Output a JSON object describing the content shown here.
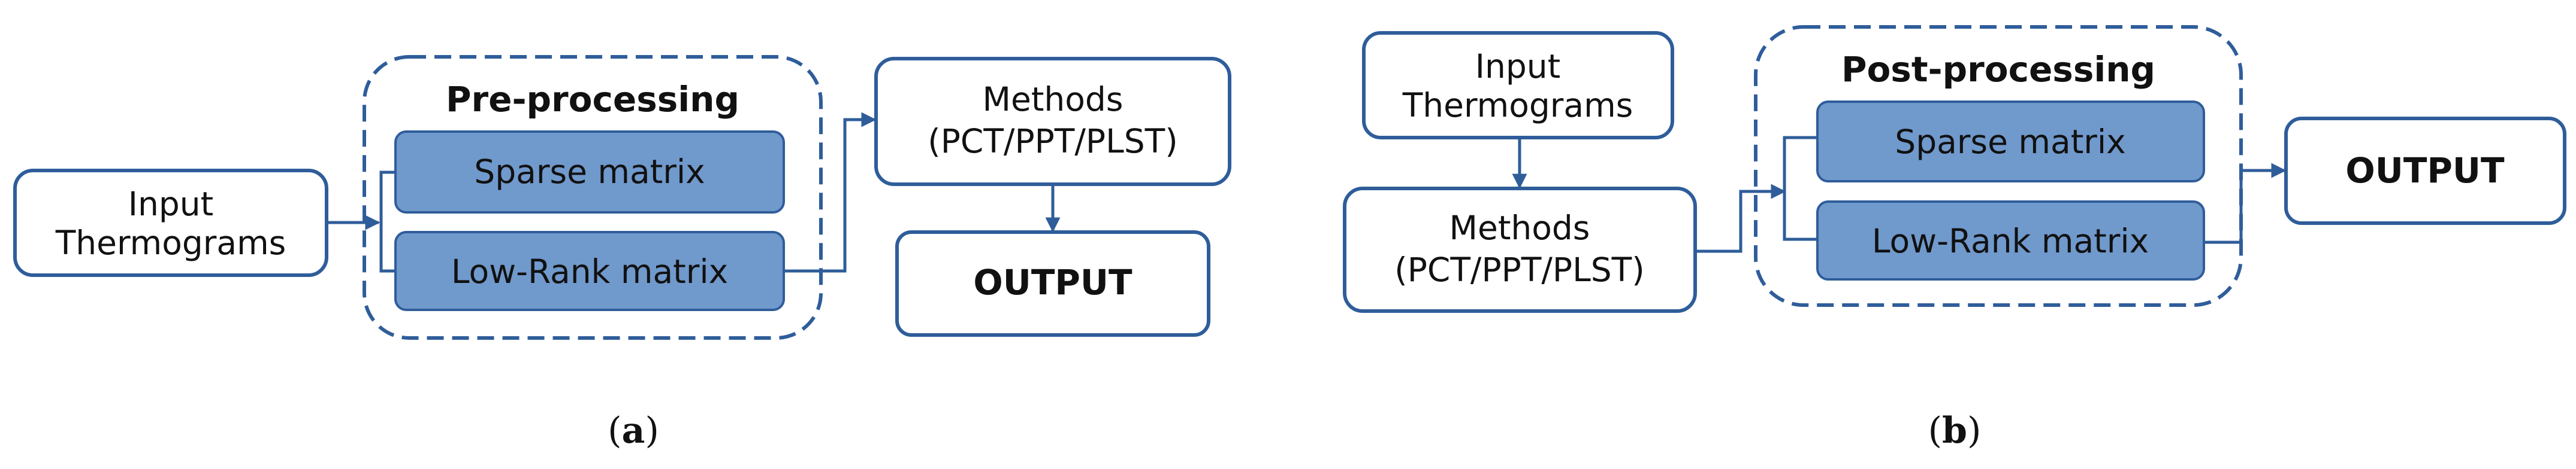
{
  "panel_a": {
    "input_line1": "Input",
    "input_line2": "Thermograms",
    "group_title": "Pre-processing",
    "sparse": "Sparse matrix",
    "lowrank": "Low-Rank matrix",
    "methods_line1": "Methods",
    "methods_line2": "(PCT/PPT/PLST)",
    "output": "OUTPUT",
    "caption_open": "(",
    "caption_letter": "a",
    "caption_close": ")"
  },
  "panel_b": {
    "input_line1": "Input",
    "input_line2": "Thermograms",
    "methods_line1": "Methods",
    "methods_line2": "(PCT/PPT/PLST)",
    "group_title": "Post-processing",
    "sparse": "Sparse matrix",
    "lowrank": "Low-Rank matrix",
    "output": "OUTPUT",
    "caption_open": "(",
    "caption_letter": "b",
    "caption_close": ")"
  },
  "colors": {
    "stroke": "#2f5d9a",
    "fill": "#7099cc"
  }
}
